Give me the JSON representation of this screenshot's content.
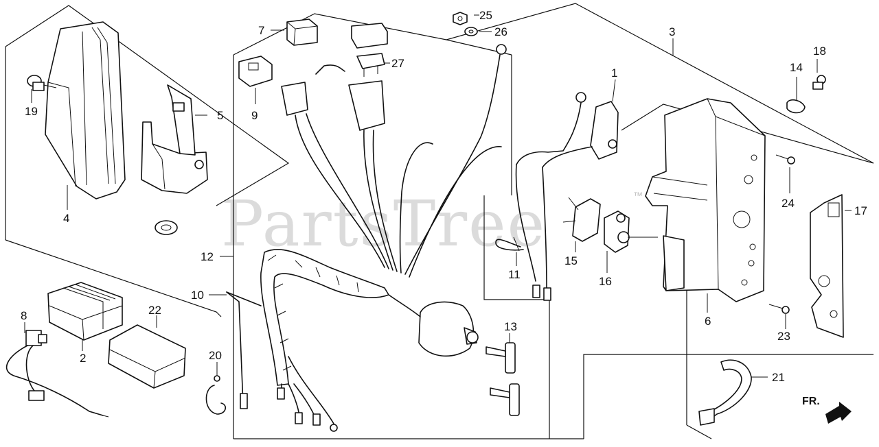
{
  "watermark": "PartsTree",
  "watermark_mark": "™",
  "direction_label": "FR.",
  "callouts": [
    "1",
    "2",
    "3",
    "4",
    "5",
    "6",
    "7",
    "8",
    "9",
    "10",
    "11",
    "12",
    "13",
    "14",
    "15",
    "16",
    "17",
    "18",
    "19",
    "20",
    "21",
    "22",
    "23",
    "24",
    "25",
    "26",
    "27"
  ]
}
